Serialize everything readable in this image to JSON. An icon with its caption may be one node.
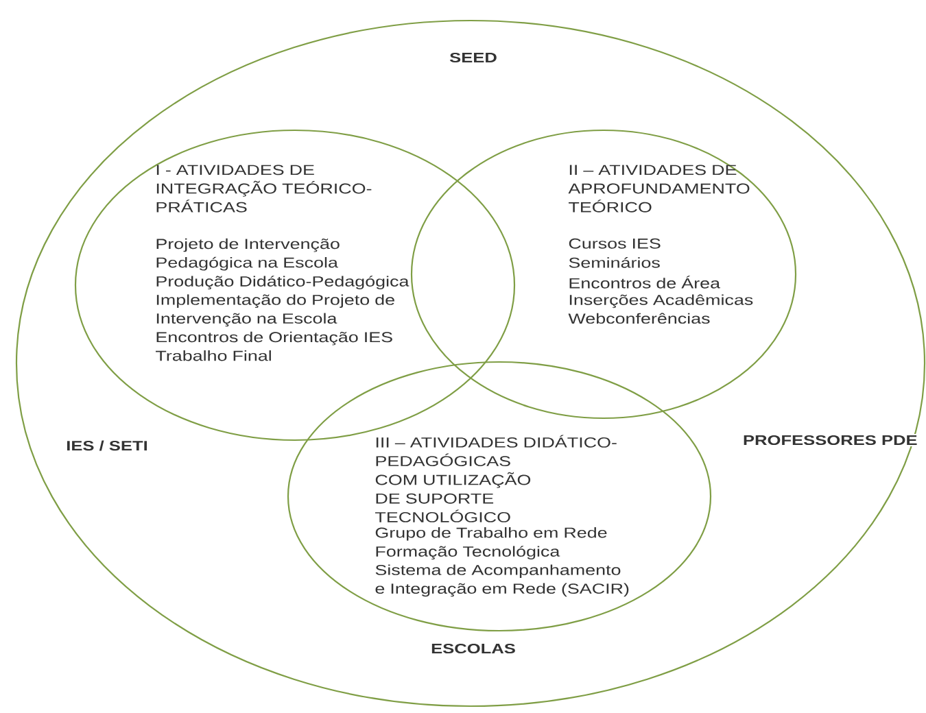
{
  "diagram": {
    "nodes": [
      {
        "text": [
          "SEED",
          "IES / SETI",
          "PROFESSORES PDE",
          "ESCOLAS"
        ]
      },
      {
        "text": [
          "I - ATIVIDADES DE INTEGRAÇÃO TEÓRICO-PRÁTICAS",
          "Projeto de Intervenção Pedagógica na Escola",
          "Produção Didático-Pedagógica",
          "Implementação do Projeto de Intervenção na Escola",
          "Encontros de Orientação IES",
          "Trabalho Final"
        ],
        "in": 0
      },
      {
        "text": [
          "II – ATIVIDADES DE APROFUNDAMENTO TEÓRICO",
          "Cursos IES",
          "Seminários",
          "Encontros de Área",
          "Inserções Acadêmicas",
          "Webconferências"
        ],
        "in": 0
      },
      {
        "text": [
          "III – ATIVIDADES DIDÁTICO-PEDAGÓGICAS",
          "COM UTILIZAÇÃO DE SUPORTE TECNOLÓGICO",
          "Grupo de Trabalho em Rede",
          "Formação Tecnológica",
          "Sistema de Acompanhamento e Integração em Rede (SACIR)"
        ],
        "in": 0
      }
    ]
  }
}
